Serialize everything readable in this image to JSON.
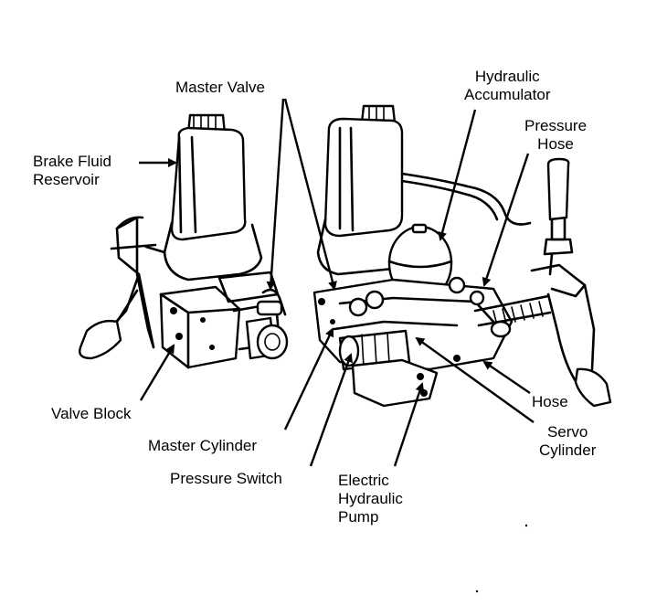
{
  "labels": {
    "master_valve": "Master Valve",
    "hydraulic_accumulator": "Hydraulic\nAccumulator",
    "pressure_hose": "Pressure\nHose",
    "brake_fluid_reservoir": "Brake Fluid\nReservoir",
    "valve_block": "Valve Block",
    "master_cylinder": "Master Cylinder",
    "pressure_switch": "Pressure Switch",
    "electric_hydraulic_pump": "Electric\nHydraulic\nPump",
    "hose": "Hose",
    "servo_cylinder": "Servo\nCylinder"
  }
}
